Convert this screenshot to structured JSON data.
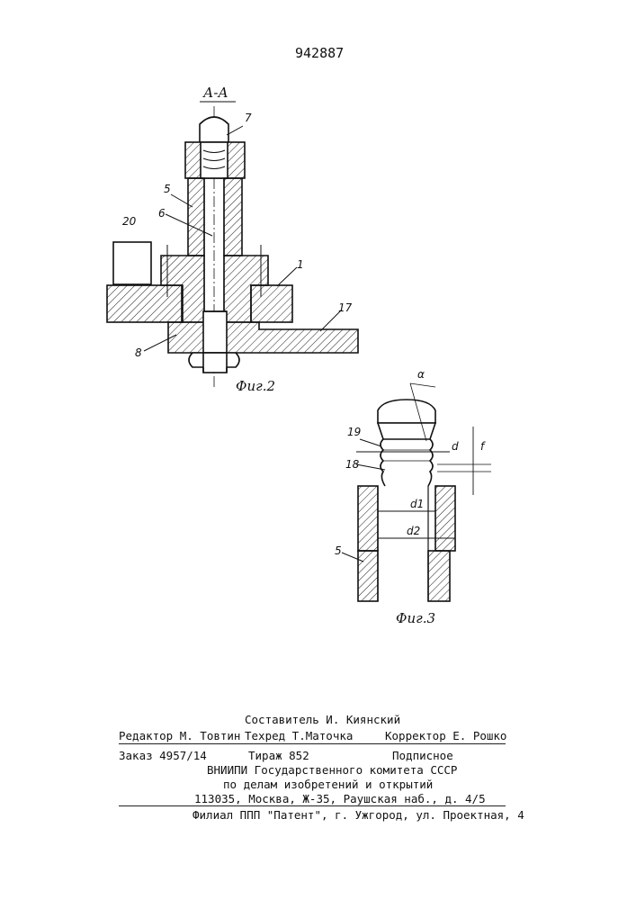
{
  "patent_number": "942887",
  "figure2": {
    "section_label": "А-А",
    "caption": "Фиг.2",
    "labels": {
      "l7": "7",
      "l5": "5",
      "l6": "6",
      "l20": "20",
      "l1": "1",
      "l17": "17",
      "l8": "8"
    }
  },
  "figure3": {
    "caption": "Фиг.3",
    "labels": {
      "alpha": "α",
      "l19": "19",
      "d": "d",
      "f": "f",
      "l18": "18",
      "d1": "d1",
      "d2": "d2",
      "l5": "5"
    }
  },
  "colophon": {
    "compiler": "Составитель И. Киянский",
    "editor": "Редактор М. Товтин",
    "techred": "Техред Т.Маточка",
    "corrector": "Корректор Е. Рошко",
    "order": "Заказ  4957/14",
    "circulation": "Тираж  852",
    "subscription": "Подписное",
    "org_line1": "ВНИИПИ Государственного комитета СССР",
    "org_line2": "по делам изобретений и открытий",
    "org_address": "113035, Москва, Ж-35, Раушская наб., д. 4/5",
    "branch": "Филиал ППП \"Патент\", г. Ужгород, ул. Проектная, 4"
  }
}
